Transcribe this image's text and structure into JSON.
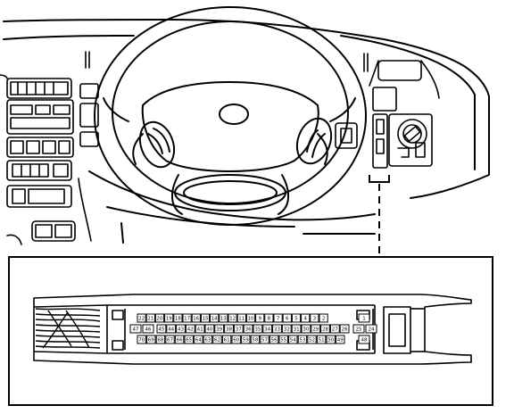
{
  "figure": {
    "pin_labels": {
      "row1": [
        "22",
        "21",
        "20",
        "19",
        "18",
        "17",
        "16",
        "15",
        "14",
        "13",
        "12",
        "11",
        "10",
        "9",
        "8",
        "7",
        "6",
        "5",
        "4",
        "3",
        "2",
        "1"
      ],
      "row2_left": [
        "47",
        "46"
      ],
      "row2_right": [
        "25",
        "24"
      ],
      "row2_mid": [
        "45",
        "44",
        "43",
        "42",
        "41",
        "40",
        "39",
        "38",
        "37",
        "36",
        "35",
        "34",
        "33",
        "32",
        "31",
        "30",
        "29",
        "28",
        "27",
        "26"
      ],
      "row3": [
        "70",
        "69",
        "68",
        "67",
        "66",
        "65",
        "64",
        "63",
        "62",
        "61",
        "60",
        "59",
        "58",
        "57",
        "56",
        "55",
        "54",
        "53",
        "52",
        "51",
        "50",
        "49",
        "48"
      ]
    },
    "colors": {
      "line": "#000000",
      "background": "#ffffff"
    }
  }
}
